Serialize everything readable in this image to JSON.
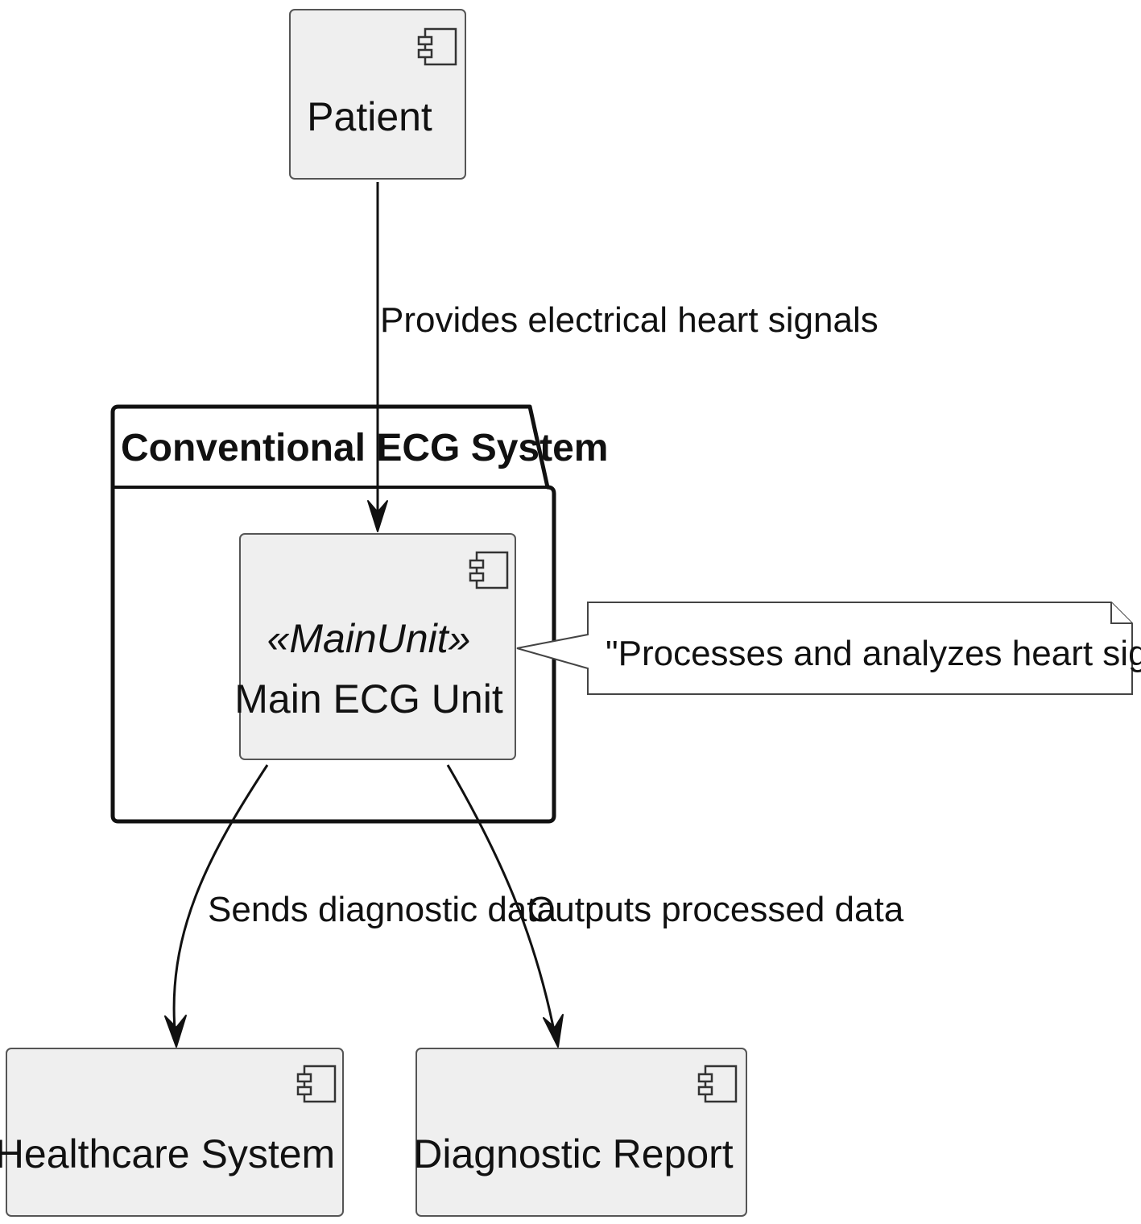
{
  "diagram": {
    "package": {
      "title": "Conventional ECG System"
    },
    "components": {
      "patient": {
        "label": "Patient"
      },
      "main_unit": {
        "stereotype": "«MainUnit»",
        "label": "Main ECG Unit"
      },
      "healthcare": {
        "label": "Healthcare System"
      },
      "report": {
        "label": "Diagnostic Report"
      }
    },
    "edges": {
      "patient_to_main": {
        "label": "Provides electrical heart signals"
      },
      "main_to_healthcare": {
        "label": "Sends diagnostic data"
      },
      "main_to_report": {
        "label": "Outputs processed data"
      }
    },
    "note": {
      "text": "\"Processes and analyzes heart signals\""
    },
    "icons": {
      "component": "component-icon"
    }
  }
}
